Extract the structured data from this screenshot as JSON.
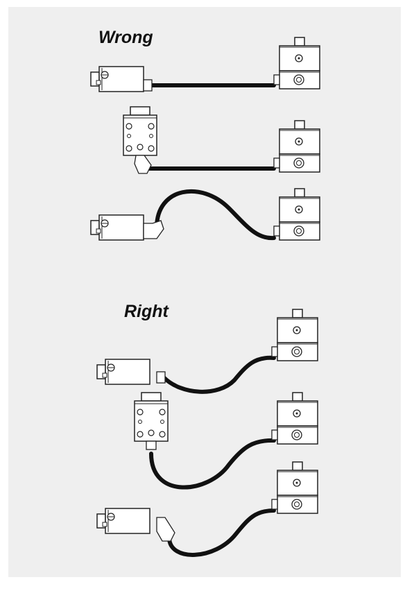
{
  "headings": {
    "wrong": "Wrong",
    "right": "Right"
  },
  "colors": {
    "background": "#efefef",
    "hose": "#111111",
    "line": "#222222",
    "component_fill": "#ffffff"
  },
  "sections": [
    {
      "id": "wrong",
      "examples": [
        "straight-hose-inline",
        "straight-hose-rotated-sensor",
        "s-curve-hose-elbow"
      ]
    },
    {
      "id": "right",
      "examples": [
        "s-curve-hose-inline",
        "u-loop-hose-rotated-sensor",
        "u-loop-hose-elbow"
      ]
    }
  ]
}
